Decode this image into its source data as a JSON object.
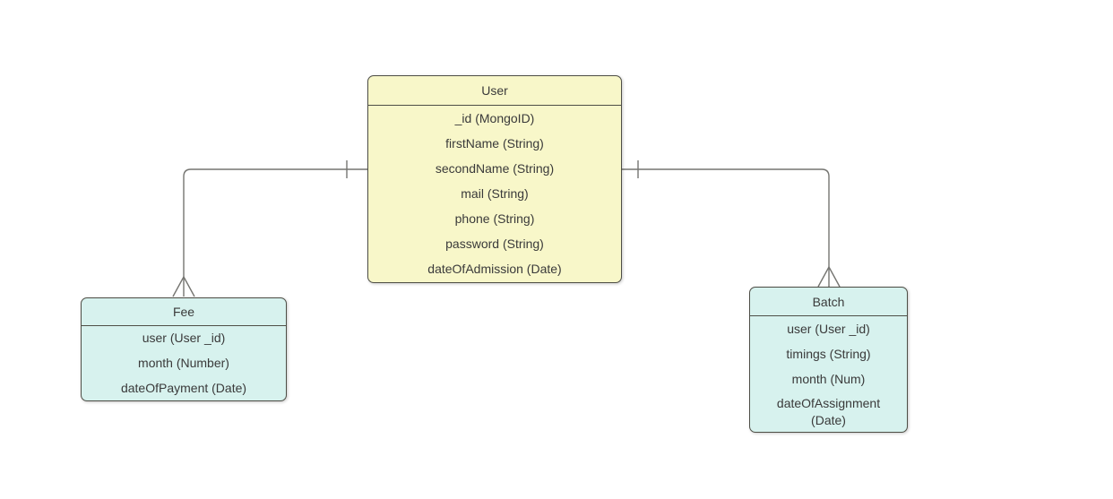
{
  "diagram": {
    "background_color": "#ffffff",
    "connector_color": "#757571",
    "entity_border_color": "#4e4e46",
    "text_color": "#3a3a3a",
    "entities": [
      {
        "name": "User",
        "fill": "#f8f7c9",
        "fields": [
          "_id (MongoID)",
          "firstName (String)",
          "secondName (String)",
          "mail (String)",
          "phone (String)",
          "password (String)",
          "dateOfAdmission (Date)"
        ]
      },
      {
        "name": "Fee",
        "fill": "#d7f2ee",
        "fields": [
          "user (User _id)",
          "month (Number)",
          "dateOfPayment (Date)"
        ]
      },
      {
        "name": "Batch",
        "fill": "#d7f2ee",
        "fields": [
          "user (User _id)",
          "timings (String)",
          "month (Num)",
          "dateOfAssignment (Date)"
        ]
      }
    ],
    "relationships": [
      {
        "from": "User",
        "to": "Fee",
        "from_cardinality": "one",
        "to_cardinality": "many",
        "notation": "crows-foot"
      },
      {
        "from": "User",
        "to": "Batch",
        "from_cardinality": "one",
        "to_cardinality": "many",
        "notation": "crows-foot"
      }
    ]
  }
}
